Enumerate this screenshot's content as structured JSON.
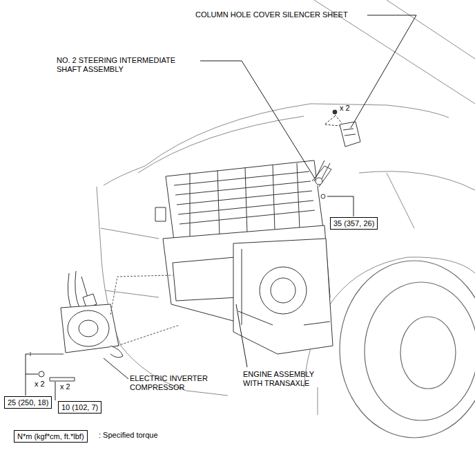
{
  "diagram": {
    "nodes": [
      {
        "text": [
          "35 (357, 26)"
        ]
      },
      {
        "text": [
          "25 (250, 18)"
        ]
      },
      {
        "text": [
          "10 (102, 7)"
        ]
      },
      {
        "text": [
          "N*m (kgf*cm, ft.*lbf)"
        ]
      }
    ],
    "labels": [
      "COLUMN HOLE COVER SILENCER SHEET",
      "NO. 2 STEERING INTERMEDIATE SHAFT ASSEMBLY",
      "x 2",
      "ELECTRIC INVERTER COMPRESSOR",
      "ENGINE ASSEMBLY WITH TRANSAXLE",
      "x 2",
      "x 2",
      ": Specified torque"
    ]
  }
}
